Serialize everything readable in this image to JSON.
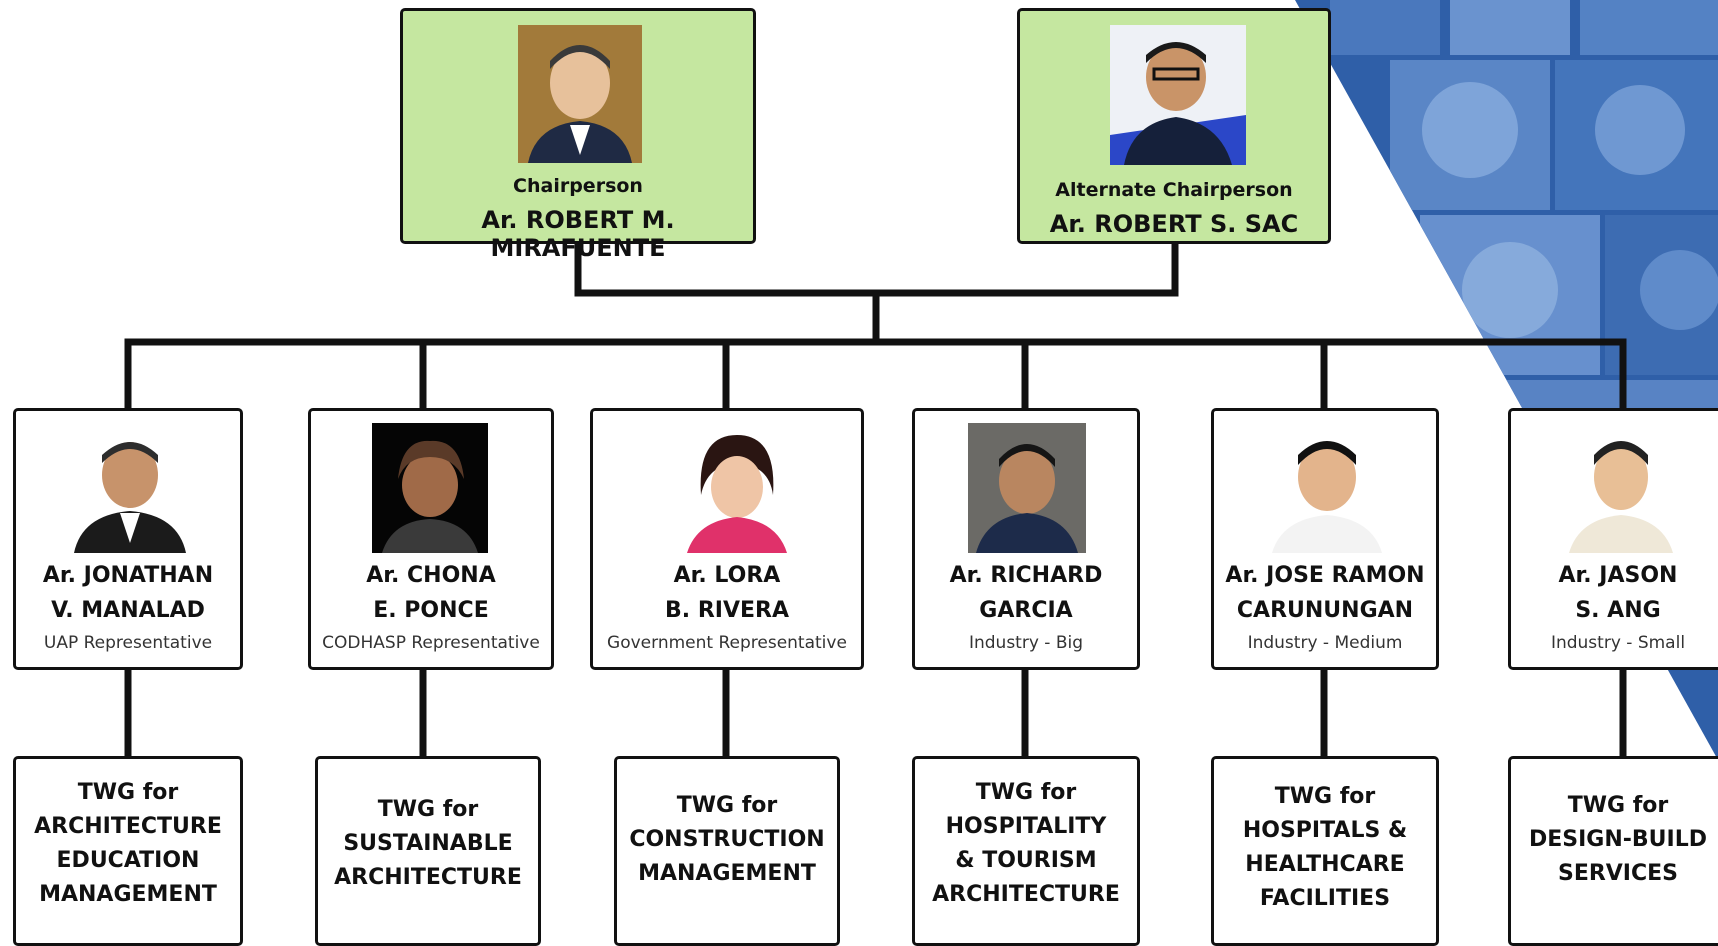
{
  "leaders": [
    {
      "role": "Chairperson",
      "name": "Ar. ROBERT M. MIRAFUENTE"
    },
    {
      "role": "Alternate Chairperson",
      "name": "Ar. ROBERT S. SAC"
    }
  ],
  "members": [
    {
      "name_line1": "Ar. JONATHAN",
      "name_line2": "V. MANALAD",
      "role": "UAP Representative"
    },
    {
      "name_line1": "Ar. CHONA",
      "name_line2": "E. PONCE",
      "role": "CODHASP Representative"
    },
    {
      "name_line1": "Ar. LORA",
      "name_line2": "B. RIVERA",
      "role": "Government Representative"
    },
    {
      "name_line1": "Ar. RICHARD",
      "name_line2": "GARCIA",
      "role": "Industry - Big"
    },
    {
      "name_line1": "Ar. JOSE RAMON",
      "name_line2": "CARUNUNGAN",
      "role": "Industry - Medium"
    },
    {
      "name_line1": "Ar. JASON",
      "name_line2": "S. ANG",
      "role": "Industry - Small"
    }
  ],
  "twgs": [
    {
      "lines": [
        "TWG for",
        "ARCHITECTURE",
        "EDUCATION",
        "MANAGEMENT"
      ]
    },
    {
      "lines": [
        "TWG for",
        "SUSTAINABLE",
        "ARCHITECTURE"
      ]
    },
    {
      "lines": [
        "TWG for",
        "CONSTRUCTION",
        "MANAGEMENT"
      ]
    },
    {
      "lines": [
        "TWG for",
        "HOSPITALITY",
        "& TOURISM",
        "ARCHITECTURE"
      ]
    },
    {
      "lines": [
        "TWG for",
        "HOSPITALS &",
        "HEALTHCARE",
        "FACILITIES"
      ]
    },
    {
      "lines": [
        "TWG for",
        "DESIGN-BUILD",
        "SERVICES"
      ]
    }
  ],
  "colors": {
    "lead_box": "#c5e7a0",
    "line": "#111111",
    "backdrop": "#2f5fa8"
  }
}
